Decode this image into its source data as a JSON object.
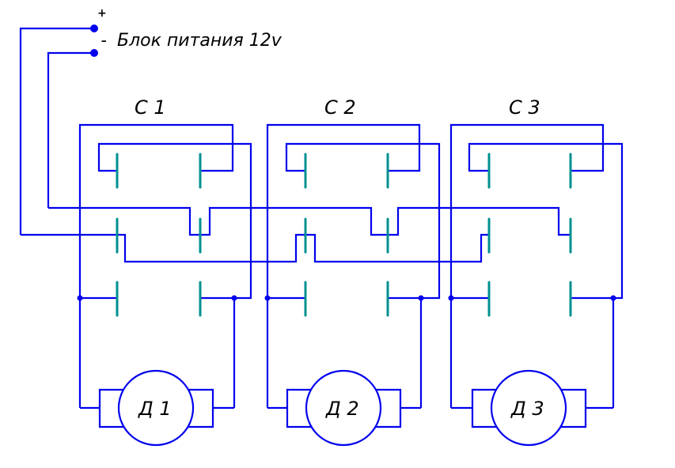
{
  "diagram": {
    "type": "electrical-schematic",
    "power_supply": {
      "label": "Блок питания 12v",
      "plus_sign": "+",
      "minus_sign": "–"
    },
    "switches": [
      {
        "id": "C1",
        "label": "С 1"
      },
      {
        "id": "C2",
        "label": "С 2"
      },
      {
        "id": "C3",
        "label": "С 3"
      }
    ],
    "motors": [
      {
        "id": "D1",
        "label": "Д 1"
      },
      {
        "id": "D2",
        "label": "Д 2"
      },
      {
        "id": "D3",
        "label": "Д 3"
      }
    ],
    "colors": {
      "wire": "#0000ee",
      "contact": "#009090",
      "text": "#000000",
      "background": "#ffffff"
    }
  }
}
